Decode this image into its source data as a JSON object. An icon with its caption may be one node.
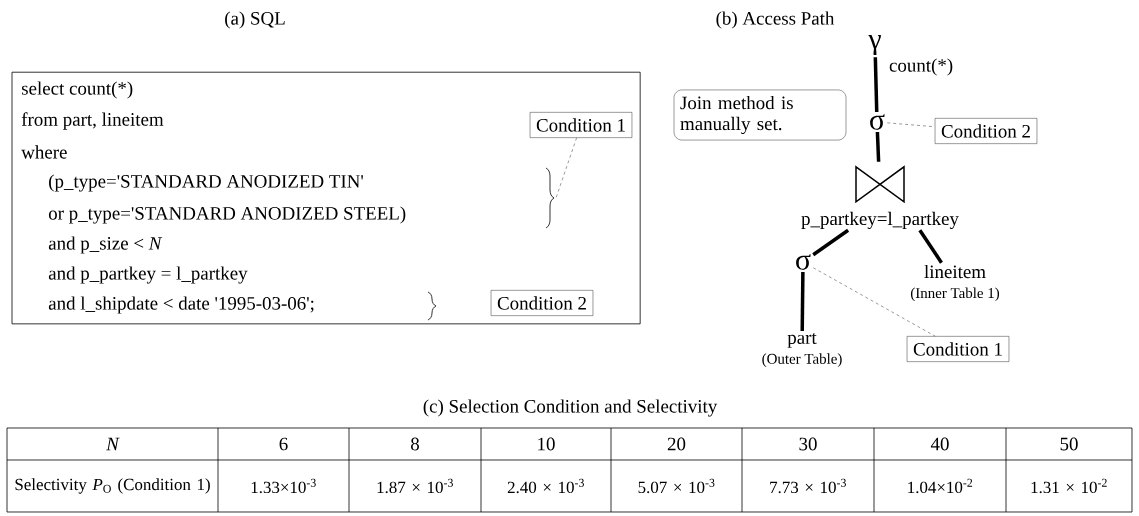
{
  "diagram": {
    "nodes": [
      {
        "text": [
          "select count(*)",
          "from  part, lineitem",
          "where",
          "(p_type='STANDARD ANODIZED TIN'",
          "or p_type='STANDARD ANODIZED STEEL)",
          "and p_size < *N*",
          "and p_partkey = l_partkey",
          "and l_shipdate < date '1995-03-06';"
        ]
      },
      {
        "text": [
          "Condition 1"
        ],
        "in": 0
      },
      {
        "text": [
          "Condition 2"
        ],
        "in": 0
      },
      {
        "text": [
          "Join method is manually set."
        ]
      },
      {
        "text": [
          "γ"
        ],
        "beside": [
          "count(*)"
        ]
      },
      {
        "text": [
          "σ"
        ]
      },
      {
        "text": [
          "Condition 2"
        ]
      },
      {
        "text": [],
        "shape": "bowtie",
        "beside": [
          "p_partkey=l_partkey"
        ]
      },
      {
        "text": [
          "σ"
        ]
      },
      {
        "text": [
          "lineitem",
          "(Inner Table 1)"
        ]
      },
      {
        "text": [
          "part",
          "(Outer Table)"
        ]
      },
      {
        "text": [
          "Condition 1"
        ]
      }
    ],
    "edges": [
      {
        "from": 4,
        "to": 5,
        "arrow": "none"
      },
      {
        "from": 5,
        "to": 7,
        "arrow": "none"
      },
      {
        "from": 7,
        "to": 8,
        "arrow": "none"
      },
      {
        "from": 7,
        "to": 9,
        "arrow": "none"
      },
      {
        "from": 8,
        "to": 10,
        "arrow": "none"
      },
      {
        "from": 5,
        "to": 6,
        "arrow": "none",
        "style": "dashed"
      },
      {
        "from": 8,
        "to": 11,
        "arrow": "none",
        "style": "dashed"
      },
      {
        "from": 1,
        "to": null,
        "arrow": "none",
        "style": "dashed"
      }
    ],
    "labels": [
      "(a) SQL",
      "(b) Access Path",
      "(c) Selection Condition and Selectivity",
      "N",
      "6",
      "8",
      "10",
      "20",
      "30",
      "40",
      "50",
      "Selectivity *P*$_{O}$ (Condition 1)",
      "1.33×10$^{-3}$",
      "1.87 × 10$^{-3}$",
      "2.40 × 10$^{-3}$",
      "5.07 × 10$^{-3}$",
      "7.73 × 10$^{-3}$",
      "1.04×10$^{-2}$",
      "1.31 × 10$^{-2}$"
    ]
  }
}
